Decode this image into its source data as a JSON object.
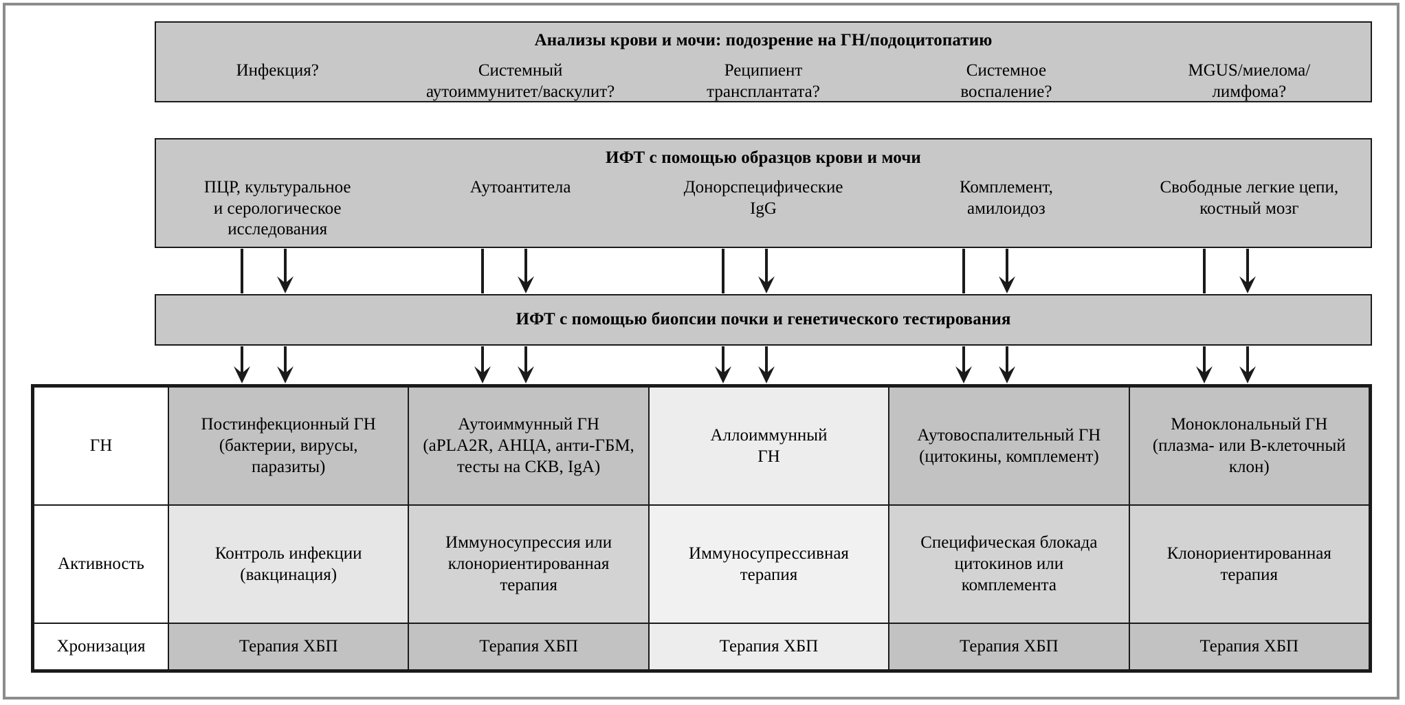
{
  "panel_a": {
    "title": "Анализы крови и мочи: подозрение на ГН/подоцитопатию",
    "columns": [
      "Инфекция?",
      "Системный\nаутоиммунитет/васкулит?",
      "Реципиент\nтрансплантата?",
      "Системное\nвоспаление?",
      "MGUS/миелома/\nлимфома?"
    ]
  },
  "panel_b": {
    "title": "ИФТ с помощью образцов крови и мочи",
    "columns": [
      "ПЦР, культуральное\nи серологическое\nисследования",
      "Аутоантитела",
      "Донорспецифические\nIgG",
      "Комплемент,\nамилоидоз",
      "Свободные легкие цепи,\nкостный мозг"
    ]
  },
  "panel_c": {
    "title": "ИФТ с помощью биопсии почки и генетического тестирования"
  },
  "matrix": {
    "row_headers": [
      "ГН",
      "Активность",
      "Хронизация"
    ],
    "rows": [
      {
        "header": "ГН",
        "cells": [
          "Постинфекционный ГН\n(бактерии, вирусы,\nпаразиты)",
          "Аутоиммунный ГН\n(aPLA2R, АНЦА, анти-ГБМ,\nтесты на СКВ, IgA)",
          "Аллоиммунный\nГН",
          "Аутовоспалительный ГН\n(цитокины, комплемент)",
          "Моноклональный ГН\n(плазма- или B-клеточный\nклон)"
        ],
        "shades": [
          "sh-dark",
          "sh-dark",
          "sh-xlight",
          "sh-dark",
          "sh-dark"
        ]
      },
      {
        "header": "Активность",
        "cells": [
          "Контроль инфекции\n(вакцинация)",
          "Иммуносупрессия или\nклонориентированная\nтерапия",
          "Иммуносупрессивная\nтерапия",
          "Специфическая блокада\nцитокинов или\nкомплемента",
          "Клонориентированная\nтерапия"
        ],
        "shades": [
          "sh-light",
          "sh-mid",
          "sh-xxlight",
          "sh-mid",
          "sh-mid"
        ]
      },
      {
        "header": "Хронизация",
        "cells": [
          "Терапия ХБП",
          "Терапия ХБП",
          "Терапия ХБП",
          "Терапия ХБП",
          "Терапия ХБП"
        ],
        "shades": [
          "sh-dark",
          "sh-dark",
          "sh-xlight",
          "sh-dark",
          "sh-dark"
        ]
      }
    ]
  },
  "colors": {
    "panel_fill": "#c8c8c8",
    "frame": "#8c8c8c",
    "line": "#1a1a1a"
  },
  "connectors": {
    "upper_label": "connector-panelB-to-panelC",
    "lower_label": "connector-panelC-to-matrix"
  }
}
